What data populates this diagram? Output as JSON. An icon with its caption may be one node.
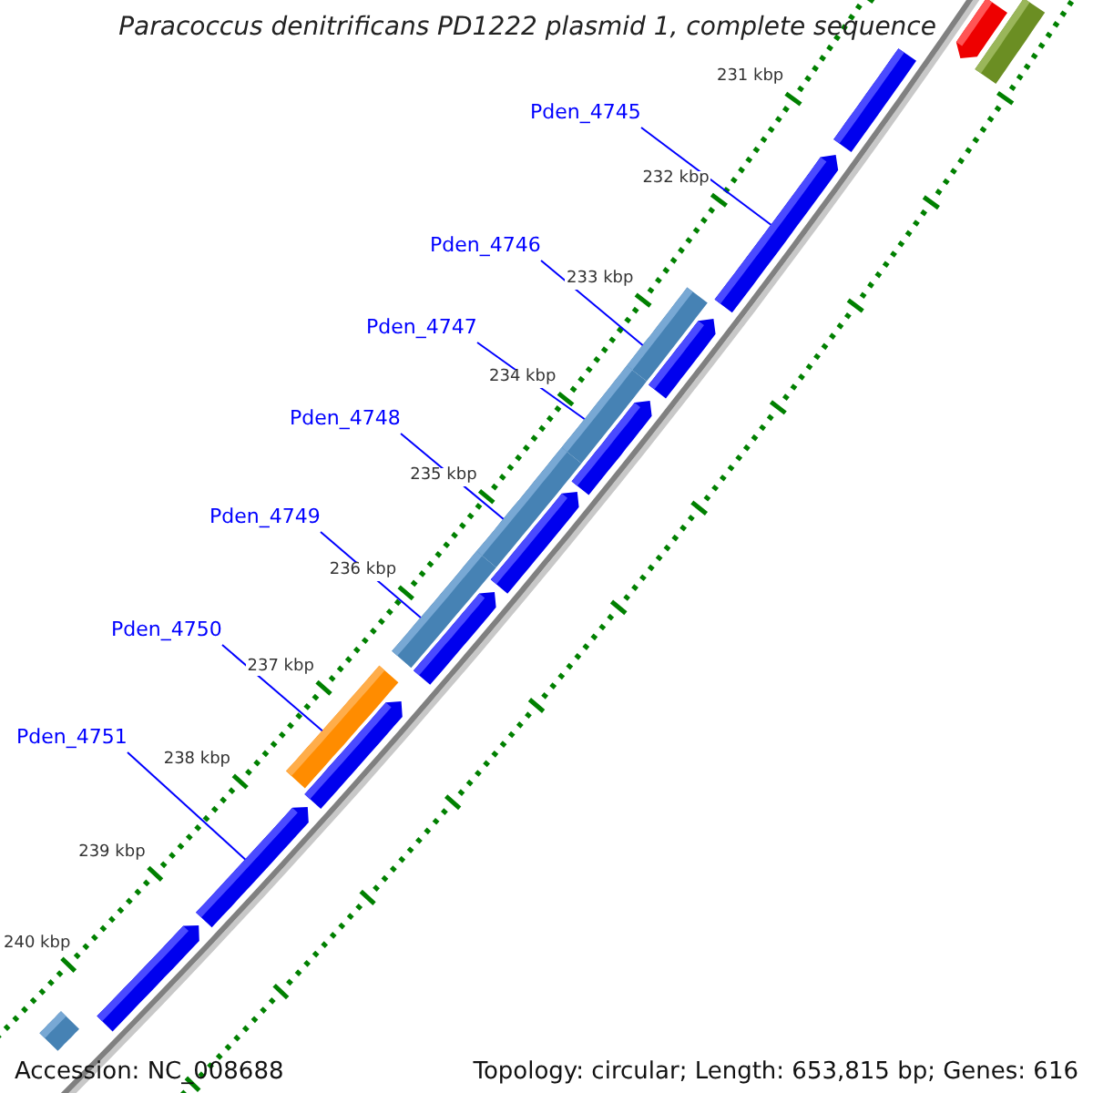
{
  "diagram": {
    "title": "Paracoccus denitrificans PD1222 plasmid 1, complete sequence",
    "nodes": [
      {
        "text": [
          "Pden_4745"
        ]
      },
      {
        "text": [
          "Pden_4746"
        ]
      },
      {
        "text": [
          "Pden_4747"
        ]
      },
      {
        "text": [
          "Pden_4748"
        ]
      },
      {
        "text": [
          "Pden_4749"
        ]
      },
      {
        "text": [
          "Pden_4750"
        ]
      },
      {
        "text": [
          "Pden_4751"
        ]
      },
      {
        "text": [],
        "shape": "bar"
      },
      {
        "text": [],
        "shape": "bar"
      },
      {
        "text": [],
        "shape": "bar"
      },
      {
        "text": [],
        "shape": "bar"
      },
      {
        "text": [],
        "shape": "bar"
      },
      {
        "text": [],
        "shape": "bar"
      },
      {
        "text": [],
        "shape": "bar"
      },
      {
        "text": [],
        "shape": "bar"
      },
      {
        "text": [],
        "shape": "bar"
      },
      {
        "text": [],
        "shape": "bar"
      },
      {
        "text": [],
        "shape": "bar"
      },
      {
        "text": [],
        "shape": "bar"
      },
      {
        "text": [],
        "shape": "bar"
      },
      {
        "text": [],
        "shape": "bar"
      },
      {
        "text": [],
        "shape": "bar"
      },
      {
        "text": [],
        "shape": "bar"
      },
      {
        "text": [],
        "shape": "bar"
      }
    ],
    "edges": [
      {
        "from": 0,
        "to": 7,
        "arrow": "none"
      },
      {
        "from": 1,
        "to": 8,
        "arrow": "none"
      },
      {
        "from": 2,
        "to": 9,
        "arrow": "none"
      },
      {
        "from": 3,
        "to": 10,
        "arrow": "none"
      },
      {
        "from": 4,
        "to": 11,
        "arrow": "none"
      },
      {
        "from": 5,
        "to": 12,
        "arrow": "none"
      },
      {
        "from": 6,
        "to": 13,
        "arrow": "none"
      }
    ],
    "labels": [
      "231 kbp",
      "232 kbp",
      "233 kbp",
      "234 kbp",
      "235 kbp",
      "236 kbp",
      "237 kbp",
      "238 kbp",
      "239 kbp",
      "240 kbp",
      "Accession: NC_008688",
      "Topology: circular; Length: 653,815 bp; Genes: 616"
    ]
  }
}
